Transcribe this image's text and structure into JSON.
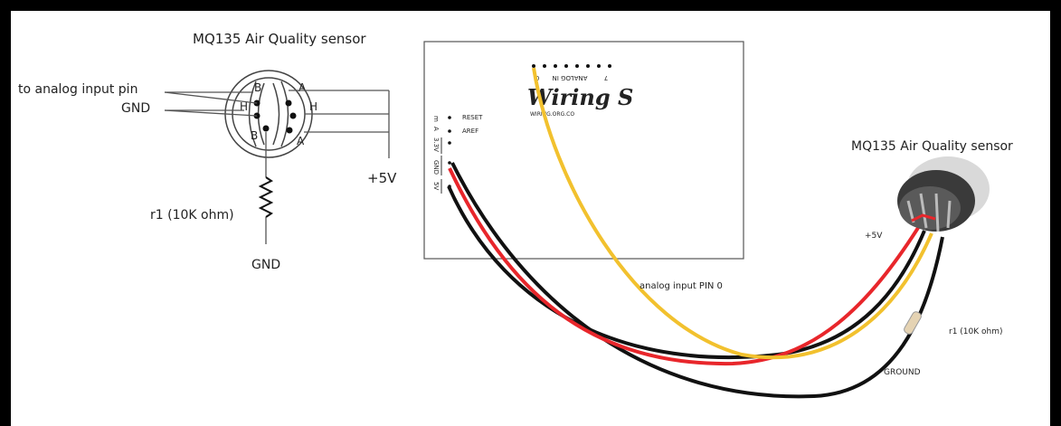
{
  "schematic": {
    "title": "MQ135 Air Quality sensor",
    "labels": {
      "analog": "to analog input pin",
      "gnd_left": "GND",
      "plus5v": "+5V",
      "resistor": "r1 (10K ohm)",
      "gnd_bottom": "GND"
    },
    "pins": {
      "b_top": "B",
      "b_bottom": "B",
      "h_left": "H",
      "a_top": "A",
      "a_bottom": "A",
      "h_right": "H"
    }
  },
  "board": {
    "logo": "Wiring S",
    "site": "WIRING.ORG.CO",
    "analog_header": "ANALOG IN",
    "analog_first": "0",
    "analog_last": "7",
    "reset": "RESET",
    "aref": "AREF",
    "pin_3v3": "3.3V",
    "pin_gnd": "GND",
    "pin_5v": "5V",
    "pin_a": "A",
    "pin_m": "m"
  },
  "wiring": {
    "sensor_title": "MQ135 Air Quality sensor",
    "plus5v": "+5V",
    "analog_pin": "analog input PIN 0",
    "resistor": "r1 (10K ohm)",
    "ground": "GROUND",
    "wire_colors": {
      "power": "#e8262b",
      "signal": "#f2c12e",
      "ground": "#111111"
    }
  }
}
